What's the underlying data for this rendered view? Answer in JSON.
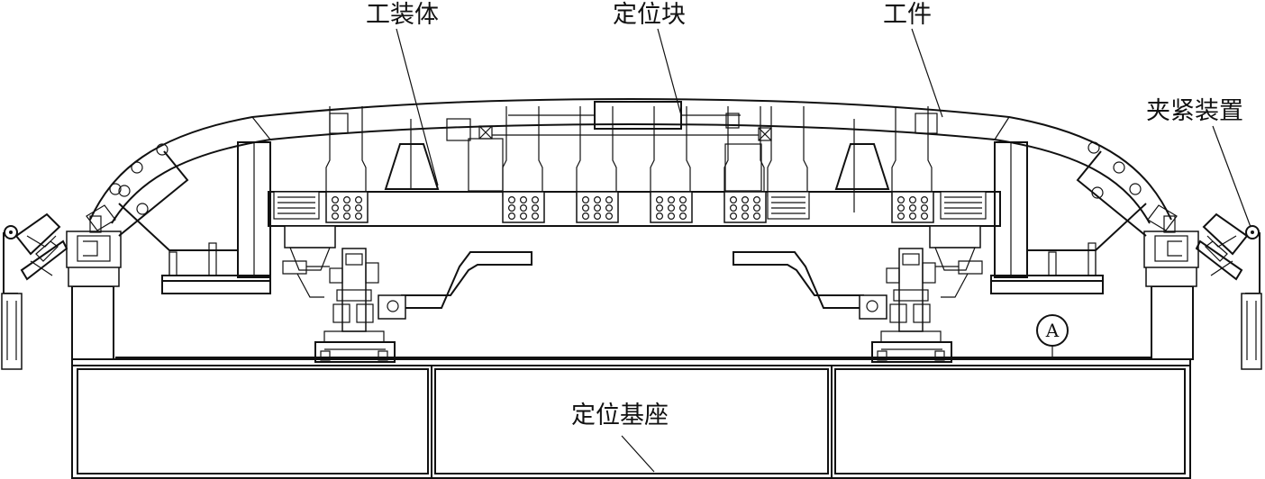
{
  "labels": {
    "tooling_body": "工装体",
    "locating_block": "定位块",
    "workpiece": "工件",
    "clamping_device": "夹紧装置",
    "locating_base": "定位基座",
    "view_marker": "A"
  }
}
